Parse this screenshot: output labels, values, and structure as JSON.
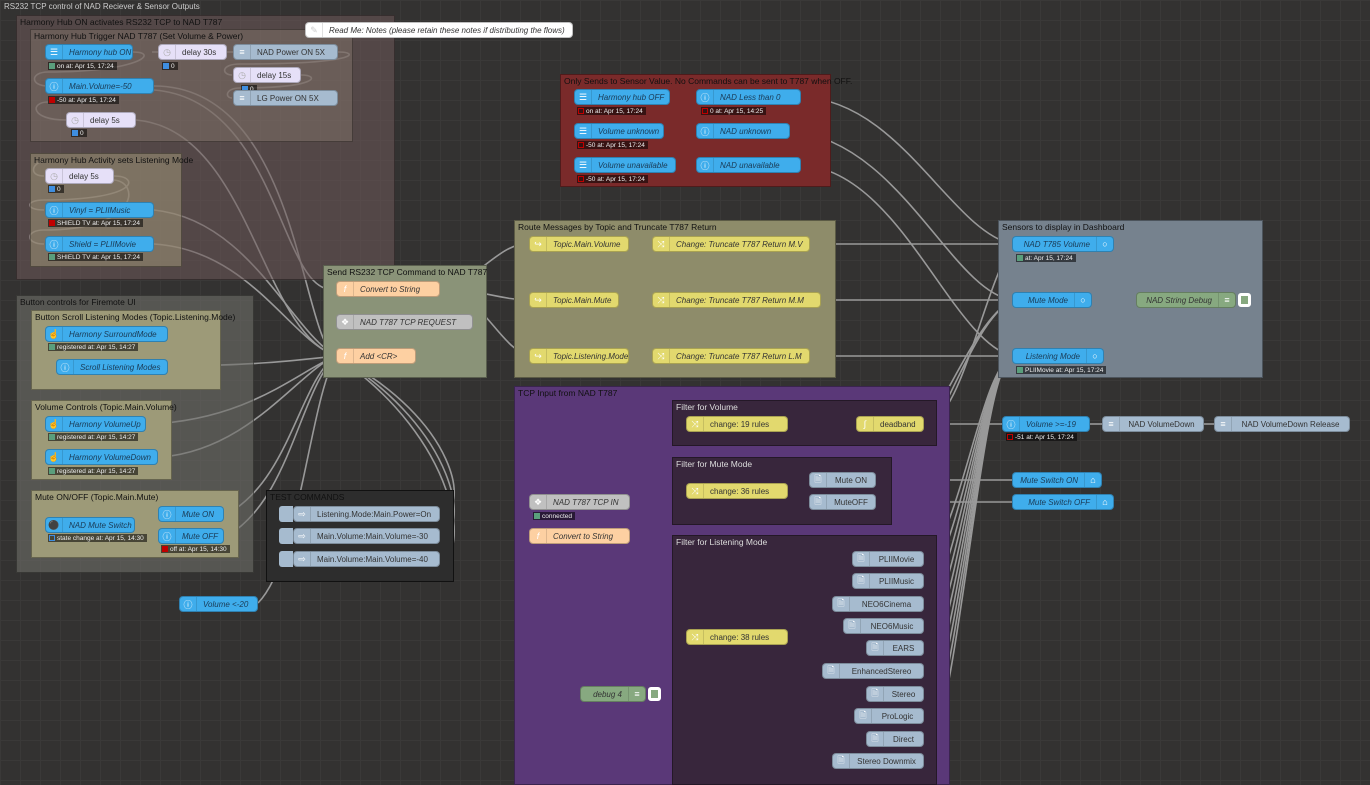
{
  "workspace": {
    "title": "RS232 TCP control of NAD Reciever & Sensor Outputs"
  },
  "comment": {
    "label": "Read Me: Notes (please retain these notes if distributing the flows)"
  },
  "groups": {
    "hub_on": "Harmony Hub ON activates RS232 TCP to NAD T787",
    "hub_trigger": "Harmony Hub Trigger NAD T787 (Set Volume & Power)",
    "hub_activity": "Harmony Hub Activity sets Listening Mode",
    "buttons": "Button controls for Firemote UI",
    "scroll": "Button Scroll Listening Modes (Topic.Listening.Mode)",
    "volume": "Volume Controls (Topic.Main.Volume)",
    "mute": "Mute ON/OFF (Topic.Main.Mute)",
    "send": "Send RS232 TCP Command to NAD T787",
    "test": "TEST COMMANDS",
    "off": "Only Sends to Sensor Value. No Commands can be sent to T787 when OFF.",
    "route": "Route Messages by Topic and Truncate T787 Return",
    "sensors": "Sensors to display in Dashboard",
    "tcp_input": "TCP Input from NAD T787",
    "f_volume": "Filter for Volume",
    "f_mute": "Filter for Mute Mode",
    "f_listen": "Filter for Listening Mode"
  },
  "nodes": {
    "harmony_on": {
      "label": "Harmony hub ON",
      "status": "on at: Apr 15, 17:24"
    },
    "delay30": {
      "label": "delay 30s",
      "status": "0"
    },
    "nad_power": {
      "label": "NAD Power ON 5X"
    },
    "delay15": {
      "label": "delay 15s",
      "status": "0"
    },
    "lg_power": {
      "label": "LG Power ON 5X"
    },
    "main_volume": {
      "label": "Main.Volume=-50",
      "status": "-50 at: Apr 15, 17:24"
    },
    "delay5a": {
      "label": "delay 5s",
      "status": "0"
    },
    "delay5b": {
      "label": "delay 5s",
      "status": "0"
    },
    "vinyl": {
      "label": "Vinyl = PLIIMusic",
      "status": "SHIELD TV at: Apr 15, 17:24"
    },
    "shield": {
      "label": "Shield = PLIIMovie",
      "status": "SHIELD TV at: Apr 15, 17:24"
    },
    "surround": {
      "label": "Harmony SurroundMode",
      "status": "registered at: Apr 15, 14:27"
    },
    "scroll_modes": {
      "label": "Scroll Listening Modes"
    },
    "vol_up": {
      "label": "Harmony VolumeUp",
      "status": "registered at: Apr 15, 14:27"
    },
    "vol_down": {
      "label": "Harmony VolumeDown",
      "status": "registered at: Apr 15, 14:27"
    },
    "mute_switch": {
      "label": "NAD Mute Switch",
      "status": "state change at: Apr 15, 14:30"
    },
    "mute_on": {
      "label": "Mute ON",
      "status": "off at: Apr 15, 14:30"
    },
    "mute_off": {
      "label": "Mute OFF",
      "status": "off at: Apr 15, 14:30"
    },
    "volume_20": {
      "label": "Volume <-20"
    },
    "convert1": {
      "label": "Convert to String"
    },
    "tcp_request": {
      "label": "NAD T787 TCP REQUEST"
    },
    "add_cr": {
      "label": "Add <CR>"
    },
    "inject1": {
      "label": "Listening.Mode:Main.Power=On"
    },
    "inject2": {
      "label": "Main.Volume:Main.Volume=-30"
    },
    "inject3": {
      "label": "Main.Volume:Main.Volume=-40"
    },
    "hub_off": {
      "label": "Harmony hub OFF",
      "status": "on at: Apr 15, 17:24"
    },
    "nad_less0": {
      "label": "NAD Less than 0",
      "status": "0 at: Apr 15, 14:25"
    },
    "vol_unknown": {
      "label": "Volume unknown",
      "status": "-50 at: Apr 15, 17:24"
    },
    "nad_unknown": {
      "label": "NAD unknown"
    },
    "vol_unavail": {
      "label": "Volume unavailable",
      "status": "-50 at: Apr 15, 17:24"
    },
    "nad_unavail": {
      "label": "NAD unavailable"
    },
    "sw_volume": {
      "label": "Topic.Main.Volume"
    },
    "sw_mute": {
      "label": "Topic.Main.Mute"
    },
    "sw_listen": {
      "label": "Topic.Listening.Mode"
    },
    "ch_mv": {
      "label": "Change: Truncate T787 Return M.V"
    },
    "ch_mm": {
      "label": "Change: Truncate T787 Return M.M"
    },
    "ch_lm": {
      "label": "Change: Truncate T787 Return L.M"
    },
    "sensor_volume": {
      "label": "NAD T785 Volume",
      "status": "at: Apr 15, 17:24"
    },
    "sensor_mute": {
      "label": "Mute Mode"
    },
    "string_debug": {
      "label": "NAD String Debug"
    },
    "sensor_listen": {
      "label": "Listening Mode",
      "status": "PLIIMovie at: Apr 15, 17:24"
    },
    "tcp_in": {
      "label": "NAD T787 TCP IN",
      "status": "connected"
    },
    "convert2": {
      "label": "Convert to String"
    },
    "debug4": {
      "label": "debug 4"
    },
    "change19": {
      "label": "change: 19 rules"
    },
    "deadband": {
      "label": "deadband"
    },
    "change36": {
      "label": "change: 36 rules"
    },
    "tpl_mute_on": {
      "label": "Mute ON"
    },
    "tpl_mute_off": {
      "label": "MuteOFF"
    },
    "change38": {
      "label": "change: 38 rules"
    },
    "vol_19": {
      "label": "Volume >=-19",
      "status": "-51 at: Apr 15, 17:24"
    },
    "nad_voldown": {
      "label": "NAD VolumeDown"
    },
    "nad_voldown_rel": {
      "label": "NAD VolumeDown Release"
    },
    "mute_sw_on": {
      "label": "Mute Switch ON"
    },
    "mute_sw_off": {
      "label": "Mute Switch OFF"
    }
  },
  "listening_modes": [
    "PLIIMovie",
    "PLIIMusic",
    "NEO6Cinema",
    "NEO6Music",
    "EARS",
    "EnhancedStereo",
    "Stereo",
    "ProLogic",
    "Direct",
    "Stereo Downmix"
  ],
  "colors": {
    "green": "#5a9e7c",
    "red": "#c00000",
    "blue": "#3f8ee0"
  }
}
